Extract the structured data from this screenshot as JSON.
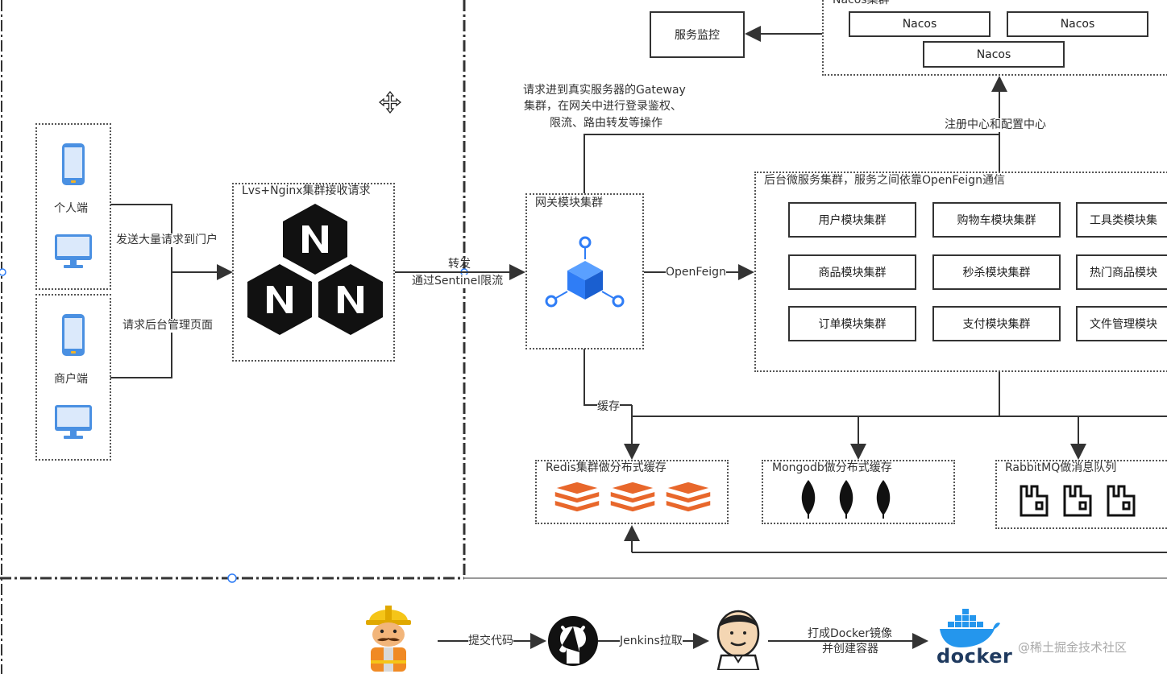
{
  "nacos": {
    "cluster_title": "Nacos集群",
    "nodes": [
      "Nacos",
      "Nacos",
      "Nacos"
    ],
    "monitor": "服务监控",
    "registry_label": "注册中心和配置中心"
  },
  "clients": {
    "personal": "个人端",
    "merchant": "商户端",
    "send_label": "发送大量请求到门户",
    "admin_label": "请求后台管理页面"
  },
  "lvs": {
    "title": "Lvs+Nginx集群接收请求"
  },
  "forward": {
    "line1": "转发",
    "line2": "通过Sentinel限流"
  },
  "gateway": {
    "title": "网关模块集群",
    "note_lines": [
      "请求进到真实服务器的Gateway",
      "集群，在网关中进行登录鉴权、",
      "限流、路由转发等操作"
    ],
    "openfeign_label": "OpenFeign",
    "cache_label": "缓存"
  },
  "microservices": {
    "title": "后台微服务集群，服务之间依靠OpenFeign通信",
    "modules": [
      "用户模块集群",
      "购物车模块集群",
      "工具类模块集",
      "商品模块集群",
      "秒杀模块集群",
      "热门商品模块",
      "订单模块集群",
      "支付模块集群",
      "文件管理模块"
    ]
  },
  "storage": {
    "redis": "Redis集群做分布式缓存",
    "mongodb": "Mongodb做分布式缓存",
    "rabbitmq": "RabbitMQ做消息队列"
  },
  "pipeline": {
    "commit": "提交代码",
    "jenkins_pull": "Jenkins拉取",
    "build_line1": "打成Docker镜像",
    "build_line2": "并创建容器",
    "docker_text": "docker"
  },
  "watermark": "@稀土掘金技术社区",
  "colors": {
    "accent": "#2f7df6",
    "redis": "#e8672b",
    "line": "#333333"
  }
}
